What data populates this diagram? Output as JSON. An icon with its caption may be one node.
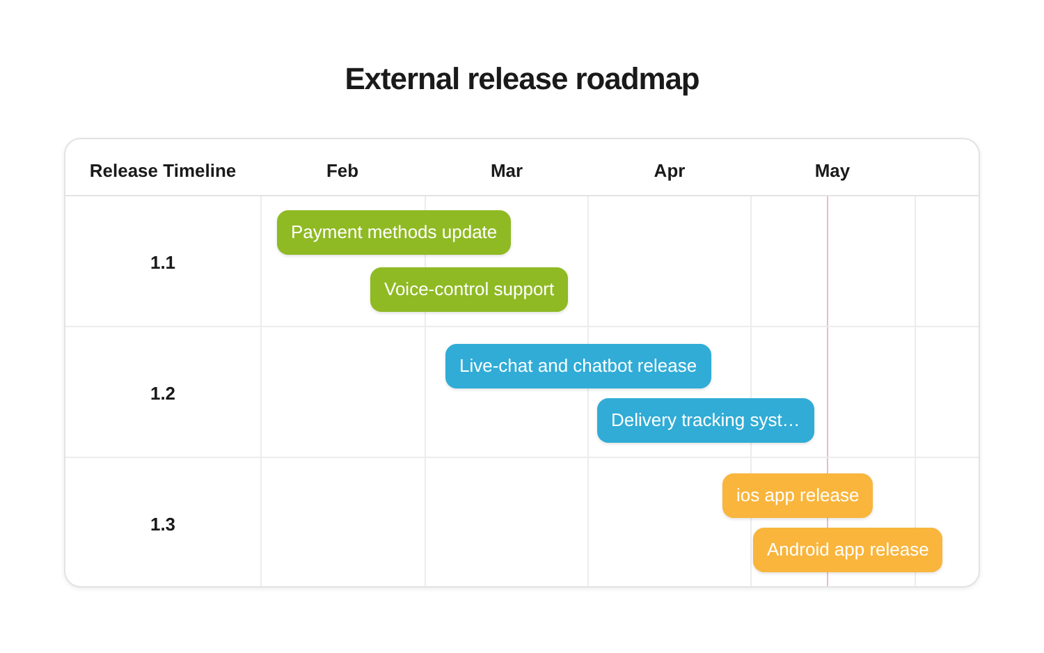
{
  "diagram": {
    "title": "External release roadmap",
    "nodes": [
      {
        "text": [
          "1.1"
        ]
      },
      {
        "text": [
          "Payment methods update"
        ],
        "in": 0
      },
      {
        "text": [
          "Voice-control support"
        ],
        "in": 0
      },
      {
        "text": [
          "1.2"
        ]
      },
      {
        "text": [
          "Live-chat and chatbot release"
        ],
        "in": 3
      },
      {
        "text": [
          "Delivery tracking syst…"
        ],
        "in": 3
      },
      {
        "text": [
          "1.3"
        ]
      },
      {
        "text": [
          "ios app release"
        ],
        "in": 6
      },
      {
        "text": [
          "Android app release"
        ],
        "in": 6
      }
    ],
    "edges": [],
    "labels": [
      "Release Timeline",
      "Feb",
      "Mar",
      "Apr",
      "May"
    ]
  }
}
